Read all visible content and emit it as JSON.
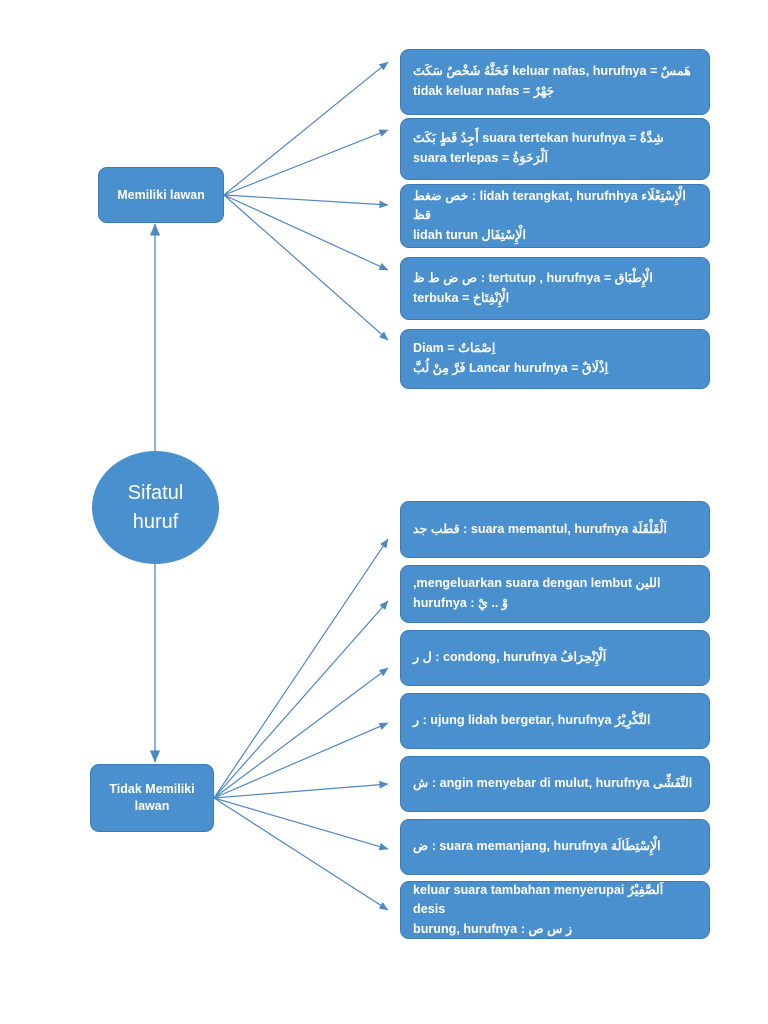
{
  "diagram": {
    "title": "Sifatul huruf",
    "theme": {
      "node_fill": "#4a90cf",
      "node_border": "#3b7cb4",
      "node_text": "#ffffff",
      "arrow_color": "#4f87c5",
      "background": "#ffffff"
    },
    "center": {
      "label_line1": "Sifatul",
      "label_line2": "huruf"
    },
    "branches": [
      {
        "id": "memiliki-lawan",
        "label": "Memiliki lawan"
      },
      {
        "id": "tidak-memiliki-lawan",
        "label_line1": "Tidak Memiliki",
        "label_line2": "lawan"
      }
    ],
    "memiliki_lawan_items": [
      {
        "line1": "هَمسٌ = keluar nafas, hurufnya فَحَثَّهُ شَخْصٌ سَكَتَ",
        "line2": "جَهْرٌ = tidak keluar nafas"
      },
      {
        "line1": "شِدَّةٌ = suara tertekan hurufnya أَجِدُ قَطٍ بَكَتَ",
        "line2": "اَلْرَخَوَةُ = suara terlepas"
      },
      {
        "line1": "الْإِسْتِعْلَاء lidah terangkat, hurufnhya : خص ضغط قظ",
        "line2": "الْإِسْتِفَال lidah turun"
      },
      {
        "line1": "الْإِطْبَاق = tertutup ,  hurufnya : ص ض ط ظ",
        "line2": "الْإِنْفِتَاخ = terbuka"
      },
      {
        "line1": "اِصْمَاتٌ = Diam",
        "line2": "اِذْلَاقٌ = Lancar hurufnya فَرَّ مِنْ لُبَّ"
      }
    ],
    "tidak_memiliki_lawan_items": [
      {
        "line1": "اَلْقَلْقَلَة suara memantul, hurufnya : قطب جد"
      },
      {
        "line1": "اللين mengeluarkan suara dengan lembut,",
        "line2": "hurufnya : وْ .. يْ"
      },
      {
        "line1": "اَلْإِنْحِرَافُ condong, hurufnya : ل ر"
      },
      {
        "line1": "التَّكْرِيْرُ ujung lidah bergetar, hurufnya : ر"
      },
      {
        "line1": "التَّفَشِّى angin menyebar di mulut, hurufnya : ش"
      },
      {
        "line1": "الْإِسْتِطَالَة suara memanjang, hurufnya : ض"
      },
      {
        "line1": "اَلصَّفِيْرُ keluar suara tambahan menyerupai desis",
        "line2": "burung, hurufnya : ز س ص"
      }
    ]
  }
}
